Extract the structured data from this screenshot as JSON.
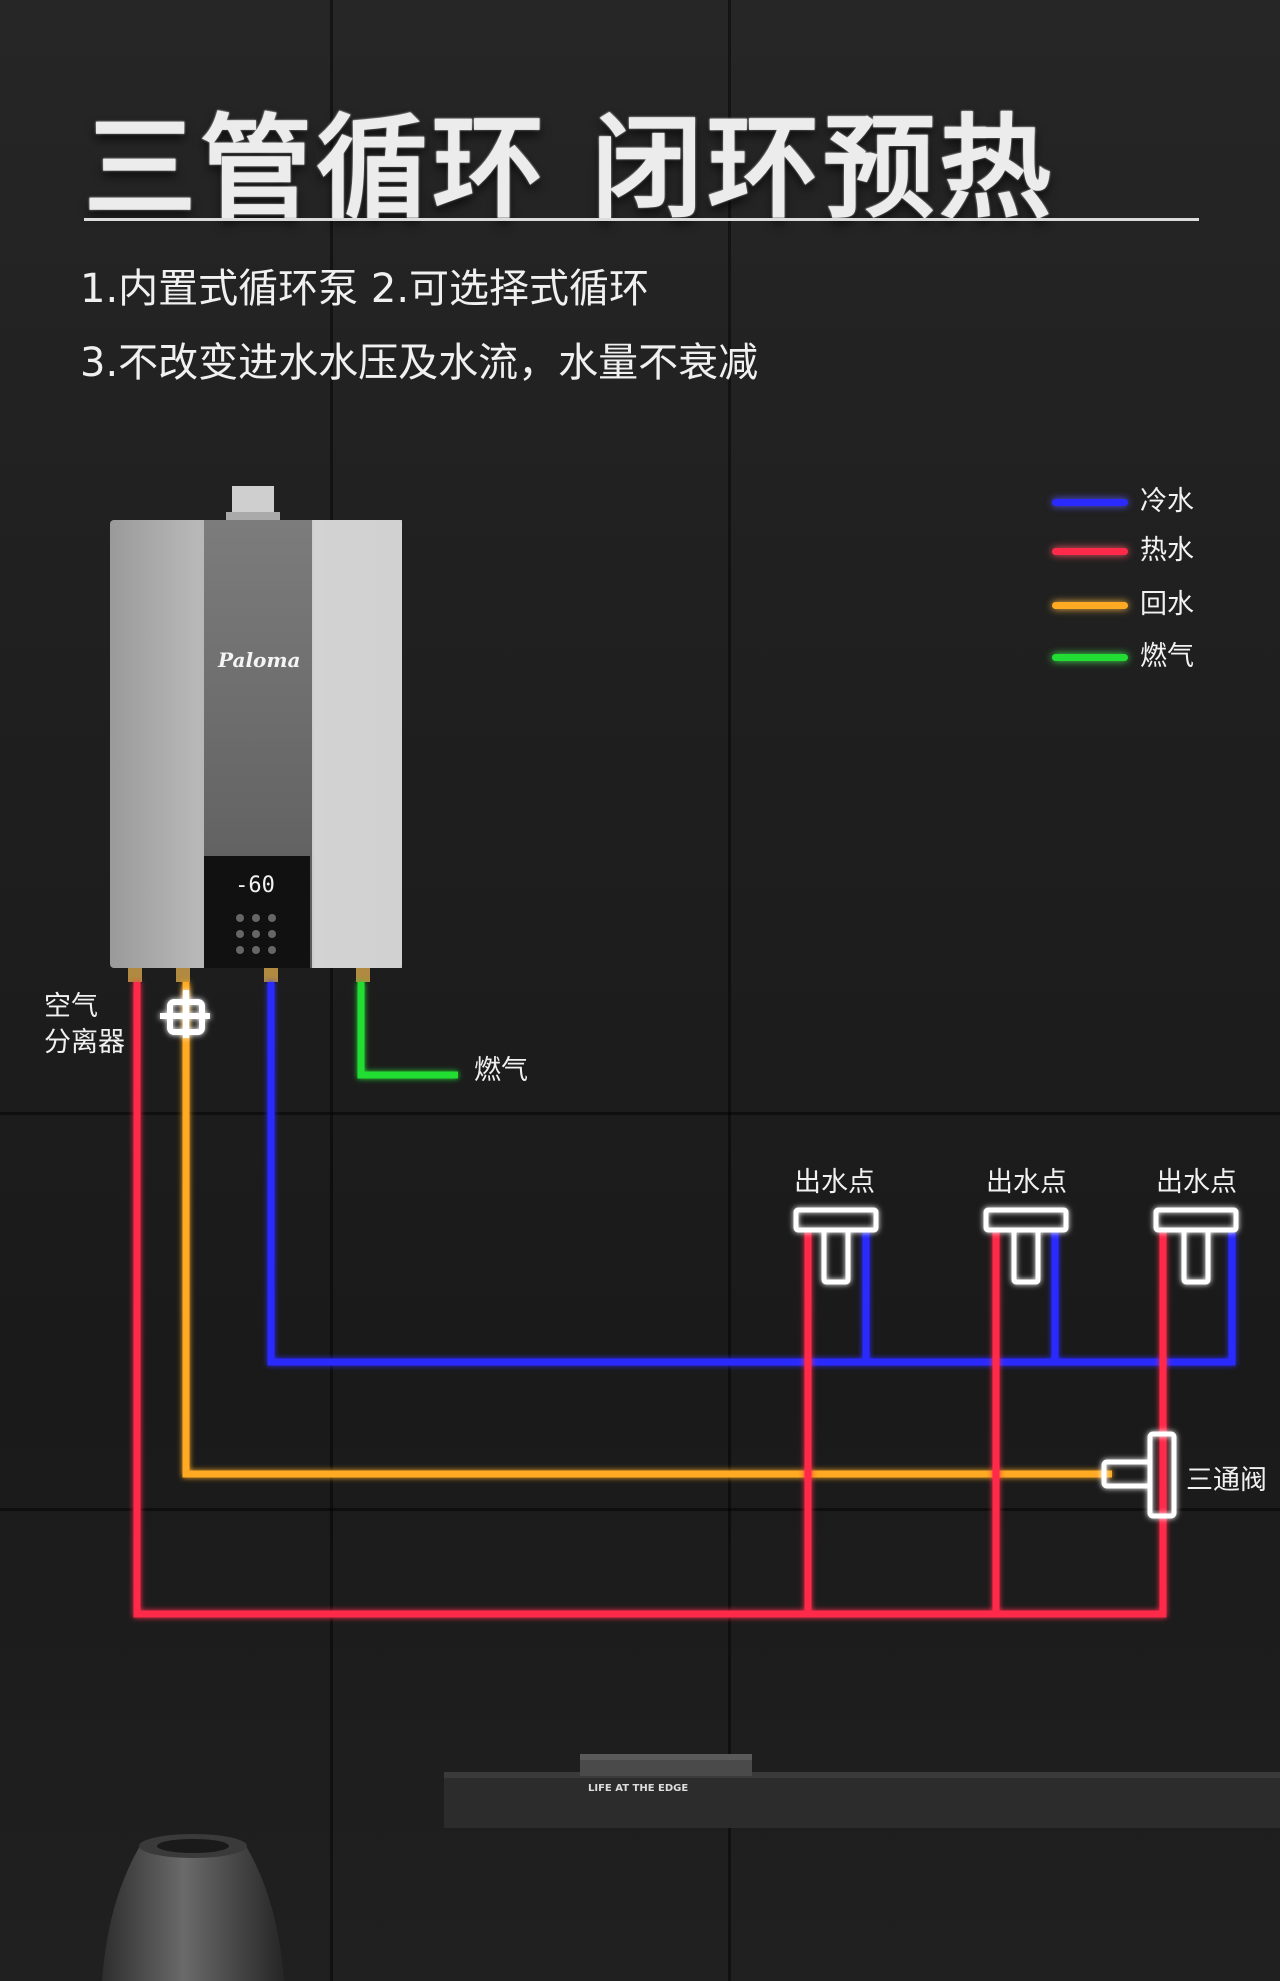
{
  "title": "三管循环 闭环预热",
  "features": {
    "line1": "1.内置式循环泵   2.可选择式循环",
    "line2": "3.不改变进水水压及水流，水量不衰减"
  },
  "legend": [
    {
      "label": "冷水",
      "color": "#2222ff"
    },
    {
      "label": "热水",
      "color": "#ff2a4a"
    },
    {
      "label": "回水",
      "color": "#ffaa22"
    },
    {
      "label": "燃气",
      "color": "#22dd33"
    }
  ],
  "heater": {
    "brand": "Paloma",
    "display": "-60"
  },
  "labels": {
    "air_separator_1": "空气",
    "air_separator_2": "分离器",
    "gas": "燃气",
    "outlet_1": "出水点",
    "outlet_2": "出水点",
    "outlet_3": "出水点",
    "three_way_valve": "三通阀"
  },
  "book": {
    "title": "LIFE AT THE EDGE"
  },
  "colors": {
    "cold": "#2222ff",
    "hot": "#ff2a4a",
    "return": "#ffaa22",
    "gas": "#22dd33",
    "background": "#1e1e1e"
  }
}
